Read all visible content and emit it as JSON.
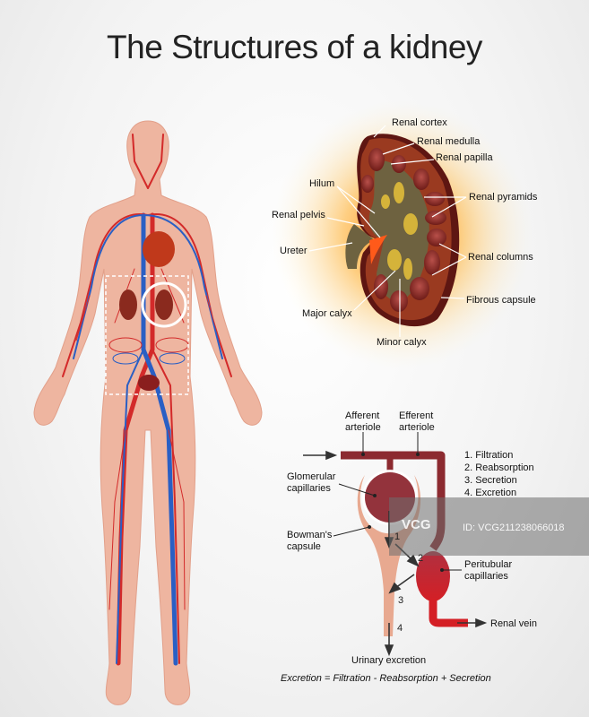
{
  "title": "The Structures of a kidney",
  "kidney_labels": {
    "renal_cortex": "Renal cortex",
    "renal_medulla": "Renal medulla",
    "renal_papilla": "Renal papilla",
    "hilum": "Hilum",
    "renal_pelvis": "Renal pelvis",
    "ureter": "Ureter",
    "renal_pyramids": "Renal pyramids",
    "renal_columns": "Renal columns",
    "fibrous_capsule": "Fibrous capsule",
    "major_calyx": "Major calyx",
    "minor_calyx": "Minor calyx"
  },
  "nephron_labels": {
    "afferent": [
      "Afferent",
      "arteriole"
    ],
    "efferent": [
      "Efferent",
      "arteriole"
    ],
    "glomerular": [
      "Glomerular",
      "capillaries"
    ],
    "bowmans": [
      "Bowman's",
      "capsule"
    ],
    "peritubular": [
      "Peritubular",
      "capillaries"
    ],
    "renal_vein": "Renal vein",
    "urinary_excretion": "Urinary excretion"
  },
  "steps": [
    "1. Filtration",
    "2. Reabsorption",
    "3. Secretion",
    "4. Excretion"
  ],
  "step_numbers": [
    "1",
    "2",
    "3",
    "4"
  ],
  "equation": "Excretion = Filtration - Reabsorption + Secretion",
  "watermark": {
    "logo": "VCG",
    "id": "ID: VCG211238066018"
  },
  "colors": {
    "skin": "#eeb5a0",
    "artery": "#d32a2a",
    "vein": "#2a5fc4",
    "kidney": "#8a2a1e",
    "vessel": "#8c2a30",
    "tubule": "#e8a990"
  }
}
